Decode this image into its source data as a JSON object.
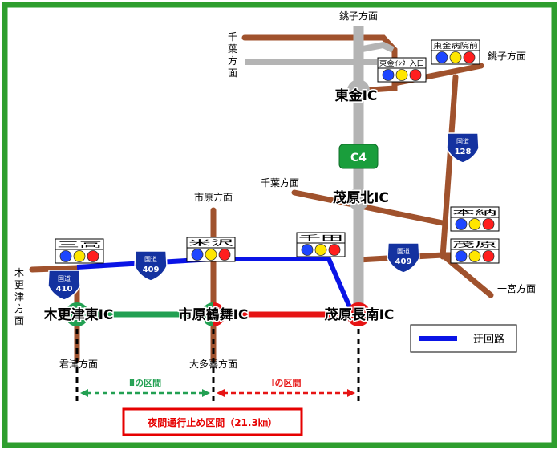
{
  "colors": {
    "frame": "#2e9e2e",
    "road": "#a0522d",
    "expressway": "#b4b4b4",
    "detour": "#0a14e6",
    "closed_section": "#e61414",
    "open_section": "#22a052",
    "route_sign": "#1432a0",
    "c4_badge": "#1a9e3c",
    "label_box": "#e60000"
  },
  "directions": {
    "choshi_top": "銚子方面",
    "chiba_top": [
      "千",
      "葉",
      "方",
      "面"
    ],
    "choshi_right": "銚子方面",
    "chiba_mid": "千葉方面",
    "ichihara": "市原方面",
    "kisarazu": [
      "木",
      "更",
      "津",
      "方",
      "面"
    ],
    "kimitsu": "君津方面",
    "otaki": "大多喜方面",
    "ichinomiya": "一宮方面"
  },
  "interchanges": {
    "togane": "東金IC",
    "mobara_kita": "茂原北IC",
    "kisarazu_higashi": "木更津東IC",
    "ichihara_tsurumai": "市原鶴舞IC",
    "mobara_chonan": "茂原長南IC"
  },
  "expressway_badge": "C4",
  "route_signs": [
    {
      "top": "国道",
      "number": "128"
    },
    {
      "top": "国道",
      "number": "409"
    },
    {
      "top": "国道",
      "number": "409"
    },
    {
      "top": "国道",
      "number": "410"
    }
  ],
  "signals": [
    {
      "name": "東金病院前"
    },
    {
      "name": "東金ｲﾝﾀｰ入口"
    },
    {
      "name": "本納"
    },
    {
      "name": "茂原"
    },
    {
      "name": "千田"
    },
    {
      "name": "米沢"
    },
    {
      "name": "三高"
    }
  ],
  "sections": {
    "section_1": "Ⅰの区間",
    "section_2": "Ⅱの区間"
  },
  "legend": {
    "label": "迂回路"
  },
  "closure_label": "夜間通行止め区間（21.3㎞）"
}
